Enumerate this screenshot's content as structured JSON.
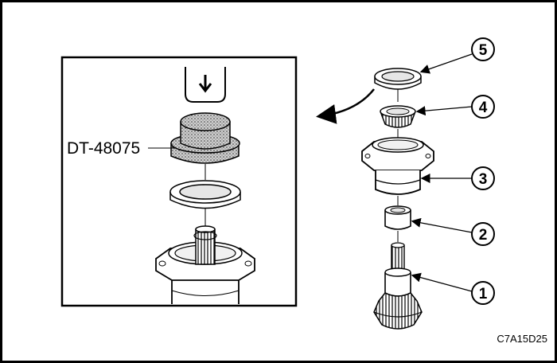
{
  "tool_label": "DT-48075",
  "figure_code": "C7A15D25",
  "callouts": [
    {
      "number": "1"
    },
    {
      "number": "2"
    },
    {
      "number": "3"
    },
    {
      "number": "4"
    },
    {
      "number": "5"
    }
  ]
}
